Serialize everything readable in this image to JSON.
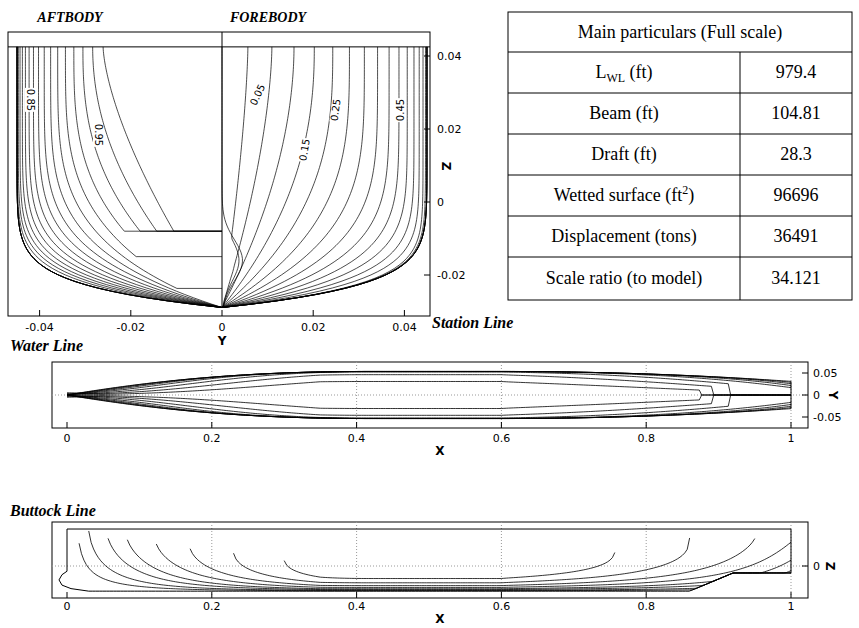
{
  "diagram": {
    "labels": [
      "AFTBODY",
      "FOREBODY",
      "0.85",
      "0.95",
      "0.05",
      "0.15",
      "0.25",
      "0.45",
      "0.04",
      "0.02",
      "Z",
      "0",
      "-0.02",
      "-0.04",
      "-0.02",
      "0",
      "0.02",
      "0.04",
      "Y",
      "Station Line",
      "Main particulars (Full scale)",
      "L",
      "WL",
      "(ft)",
      "979.4",
      "Beam (ft)",
      "104.81",
      "Draft (ft)",
      "28.3",
      "Wetted surface (ft",
      "2",
      ")",
      "96696",
      "Displacement (tons)",
      "36491",
      "Scale ratio (to model)",
      "34.121",
      "Water Line",
      "0.05",
      "0",
      "Y",
      "-0.05",
      "0",
      "0.2",
      "0.4",
      "0.6",
      "0.8",
      "1",
      "X",
      "Buttock Line",
      "0",
      "Z",
      "0",
      "0.2",
      "0.4",
      "0.6",
      "0.8",
      "1",
      "X"
    ]
  }
}
